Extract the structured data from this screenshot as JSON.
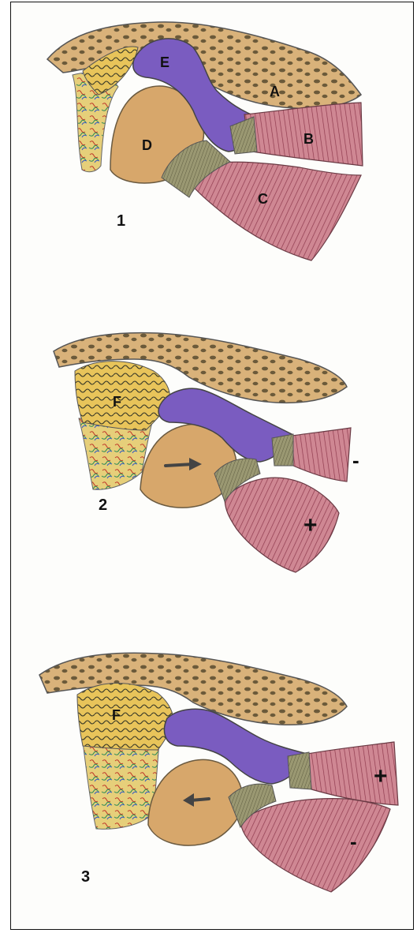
{
  "labels": {
    "A": "A",
    "B": "B",
    "C": "C",
    "D": "D",
    "E": "E",
    "F": "F"
  },
  "figures": [
    {
      "number": "1"
    },
    {
      "number": "2",
      "upper_muscle_sign": "-",
      "lower_muscle_sign": "+"
    },
    {
      "number": "3",
      "upper_muscle_sign": "+",
      "lower_muscle_sign": "-"
    }
  ],
  "colors": {
    "bone": "#d9b27a",
    "bone_spots": "#6b5a3a",
    "disc": "#7a5cc0",
    "condyle": "#d7a76b",
    "muscle": "#c97a86",
    "muscle_fibers": "#8f3a4e",
    "tendon": "#8c8a63",
    "retrodiscal": "#e8c45a",
    "outline": "#555555"
  }
}
